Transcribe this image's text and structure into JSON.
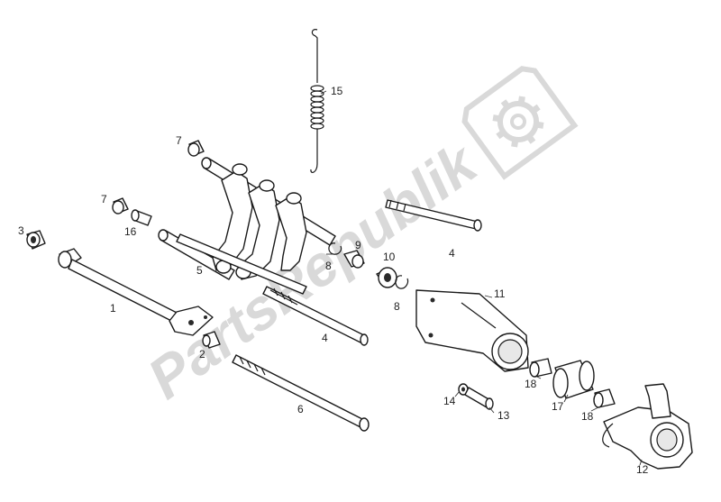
{
  "watermark": {
    "text": "PartsRepublik"
  },
  "callouts": {
    "c1": "1",
    "c2": "2",
    "c3": "3",
    "c4a": "4",
    "c4b": "4",
    "c5": "5",
    "c6": "6",
    "c7a": "7",
    "c7b": "7",
    "c8a": "8",
    "c8b": "8",
    "c9": "9",
    "c10": "10",
    "c11": "11",
    "c12": "12",
    "c13": "13",
    "c14": "14",
    "c15": "15",
    "c16": "16",
    "c17": "17",
    "c18a": "18",
    "c18b": "18"
  }
}
